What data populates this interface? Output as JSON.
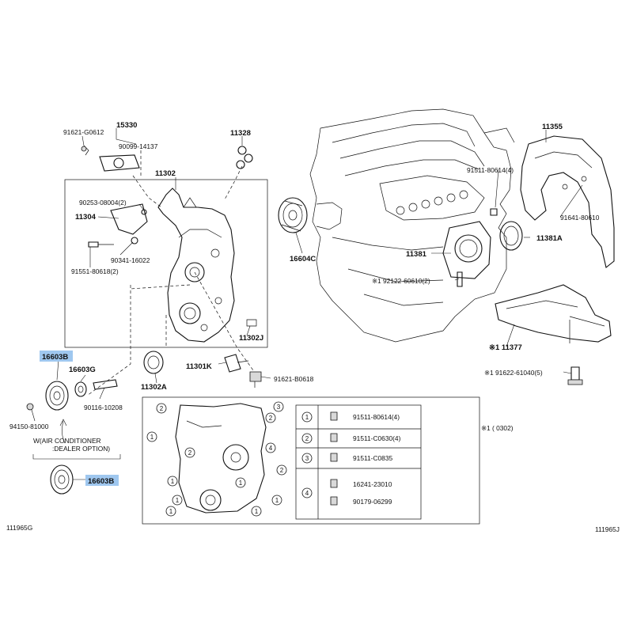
{
  "highlight_color": "#9fc7ef",
  "labels": {
    "p91621_g0612": "91621-G0612",
    "p15330": "15330",
    "p90099_14137": "90099-14137",
    "p11328": "11328",
    "p11302": "11302",
    "p90253_08004": "90253-08004(2)",
    "p11304": "11304",
    "p90341_16022": "90341-16022",
    "p91551_80618": "91551-80618(2)",
    "p16604c": "16604C",
    "p11355": "11355",
    "p91511_80614_4": "91511-80614(4)",
    "p91641_80610": "91641-80610",
    "p11381a": "11381A",
    "p11381": "11381",
    "p92122_60610": "※1 92122-60610(2)",
    "p11302j": "11302J",
    "p11377": "※1 11377",
    "p91622_61040": "※1 91622-61040(5)",
    "p16603b_top": "16603B",
    "p16603g": "16603G",
    "p11301k": "11301K",
    "p91621_b0618": "91621-B0618",
    "p11302a": "11302A",
    "p90116_10208": "90116-10208",
    "p94150_81000": "94150-81000",
    "ac_line1": "W(AIR CONDITIONER",
    "ac_line2": ":DEALER OPTION)",
    "p16603b_bottom": "16603B",
    "note_star": "※1 (        0302)",
    "code_left": "111965G",
    "code_right": "111965J"
  },
  "bolt_table": [
    {
      "num": "1",
      "parts": [
        "91511-80614(4)"
      ]
    },
    {
      "num": "2",
      "parts": [
        "91511-C0630(4)"
      ]
    },
    {
      "num": "3",
      "parts": [
        "91511-C0835"
      ]
    },
    {
      "num": "4",
      "parts": [
        "16241-23010",
        "90179-06299"
      ]
    }
  ],
  "cover_callouts": [
    "2",
    "3",
    "2",
    "1",
    "2",
    "4",
    "2",
    "1",
    "1",
    "1",
    "1",
    "1",
    "1"
  ]
}
